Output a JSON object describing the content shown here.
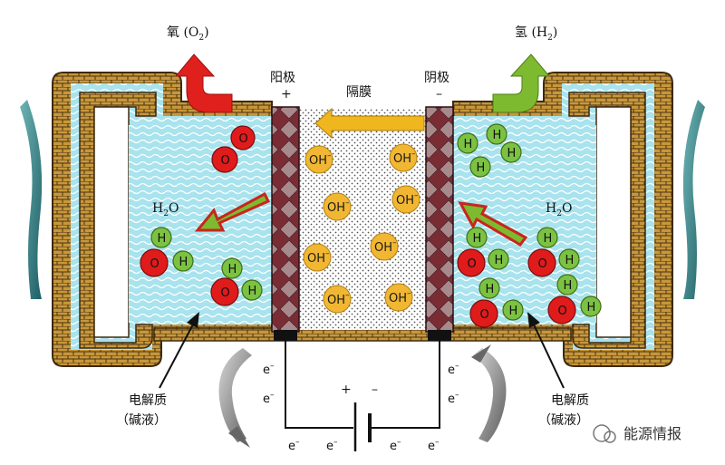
{
  "labels": {
    "oxygen": "氧 (O",
    "oxygen_sub": "2",
    "oxygen_close": ")",
    "hydrogen": "氢 (H",
    "hydrogen_sub": "2",
    "hydrogen_close": ")",
    "anode": "阳极",
    "anode_sign": "+",
    "membrane": "隔膜",
    "cathode": "阴极",
    "cathode_sign": "–",
    "water_left": "H",
    "water_left_sub": "2",
    "water_left_o": "O",
    "water_right": "H",
    "water_right_sub": "2",
    "water_right_o": "O",
    "electrolyte_left_1": "电解质",
    "electrolyte_left_2": "（碱液）",
    "electrolyte_right_1": "电解质",
    "electrolyte_right_2": "（碱液）",
    "battery_plus": "+",
    "battery_minus": "–"
  },
  "ions": {
    "hydroxide": "OH",
    "hydroxide_charge": "–"
  },
  "atoms": {
    "oxygen": "O",
    "hydrogen": "H"
  },
  "electron": {
    "symbol": "e",
    "charge": "–"
  },
  "watermark": "能源情报",
  "colors": {
    "electrolyte": "#a8e3ee",
    "wall": "#c7973a",
    "electrode": "#7a2c35",
    "oxygen_atom": "#e01b1b",
    "hydrogen_atom": "#7cc242",
    "hydroxide_ion": "#f2b732",
    "oxygen_arrow": "#e0201c",
    "hydrogen_arrow": "#7dba2f",
    "flow_arrow": "#f0b61e"
  }
}
